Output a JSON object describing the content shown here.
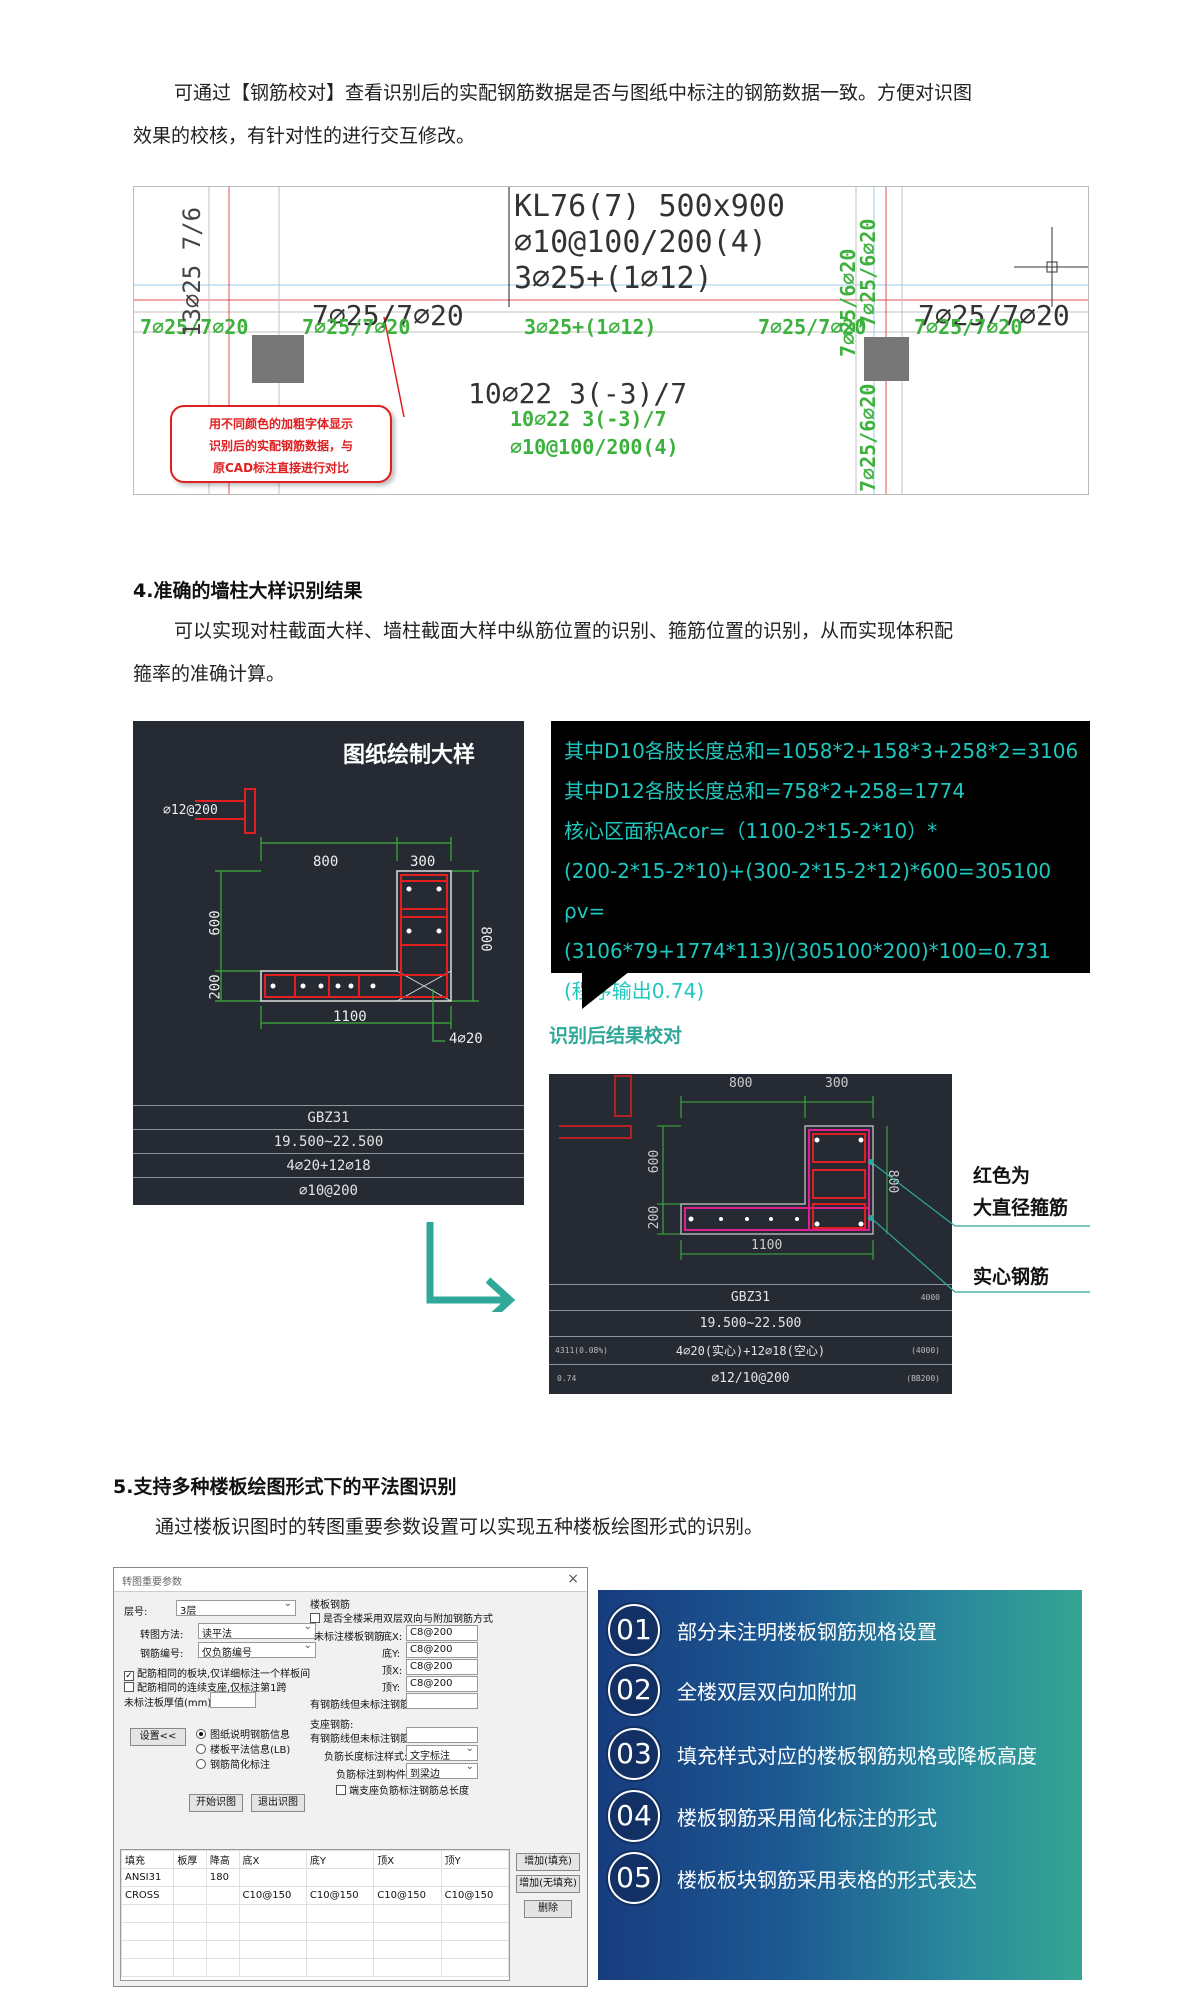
{
  "sec3": {
    "line1": "可通过【钢筋校对】查看识别后的实配钢筋数据是否与图纸中标注的钢筋数据一致。方便对识图",
    "line2": "效果的校核，有针对性的进行交互修改。"
  },
  "cad1": {
    "t_kl": "KL76(7) 500x900",
    "t_stirrup": "⌀10@100/200(4)",
    "t_top": "3⌀25+(1⌀12)",
    "t_left_black": "7⌀25/7⌀20",
    "t_bot_black": "10⌀22 3(-3)/7",
    "t_right_black": "7⌀25/7⌀20",
    "t_g_left1": "7⌀25/7⌀20",
    "t_g_left2": "7⌀25/7⌀20",
    "t_g_mid": "3⌀25+(1⌀12)",
    "t_g_right1": "7⌀25/7⌀20",
    "t_g_right2": "7⌀25/7⌀20",
    "t_g_bot1": "10⌀22 3(-3)/7",
    "t_g_bot2": "⌀10@100/200(4)",
    "t_v1": "13⌀25 7/6",
    "t_v2": "7⌀25/6⌀20",
    "t_v3": "7⌀25/6⌀20",
    "t_v4": "7⌀25/6⌀20",
    "callout1": "用不同颜色的加粗字体显示",
    "callout2": "识别后的实配钢筋数据，与",
    "callout3": "原CAD标注直接进行对比"
  },
  "sec4": {
    "heading": "4.准确的墙柱大样识别结果",
    "line1": "可以实现对柱截面大样、墙柱截面大样中纵筋位置的识别、箍筋位置的识别，从而实现体积配",
    "line2": "箍率的准确计算。"
  },
  "cad2": {
    "title": "图纸绘制大样",
    "stirrup_label": "⌀12@200",
    "dim_800": "800",
    "dim_300": "300",
    "dim_600": "600",
    "dim_200": "200",
    "dim_800v": "800",
    "dim_1100": "1100",
    "bar_label": "4⌀20",
    "row1": "GBZ31",
    "row2": "19.500~22.500",
    "row3": "4⌀20+12⌀18",
    "row4": "⌀10@200"
  },
  "calc": {
    "l1": "其中D10各肢长度总和=1058*2+158*3+258*2=3106",
    "l2": "其中D12各肢长度总和=758*2+258=1774",
    "l3": "核心区面积Acor=（1100-2*15-2*10）*",
    "l4": "(200-2*15-2*10)+(300-2*15-2*12)*600=305100",
    "l5": "ρv=(3106*79+1774*113)/(305100*200)*100=0.731",
    "l6": "(程序输出0.74)"
  },
  "check_label": "识别后结果校对",
  "cad3": {
    "dim_800": "800",
    "dim_300": "300",
    "dim_600": "600",
    "dim_200": "200",
    "dim_800v": "800",
    "dim_1100": "1100",
    "row1": "GBZ31",
    "row1_r": "4000",
    "row2": "19.500~22.500",
    "row3_l": "4311(0.08%)",
    "row3": "4⌀20(实心)+12⌀18(空心)",
    "row3_r": "(4000)",
    "row4_l": "0.74",
    "row4": "⌀12/10@200",
    "row4_r": "(BB200)"
  },
  "annot": {
    "red1": "红色为",
    "red2": "大直径箍筋",
    "solid": "实心钢筋"
  },
  "sec5": {
    "heading": "5.支持多种楼板绘图形式下的平法图识别",
    "line1": "通过楼板识图时的转图重要参数设置可以实现五种楼板绘图形式的识别。"
  },
  "dialog": {
    "title": "转图重要参数",
    "close": "×",
    "floor_label": "层号:",
    "floor_val": "3层",
    "method_label": "转图方法:",
    "method_val": "读平法",
    "code_label": "钢筋编号:",
    "code_val": "仅负筋编号",
    "chk1": "配筋相同的板块,仅详细标注一个样板间",
    "chk2": "配筋相同的连续支座,仅标注第1跨",
    "thick_label": "未标注板厚值(mm):",
    "settings_btn": "设置<<",
    "rad1": "图纸说明钢筋信息",
    "rad2": "楼板平法信息(LB)",
    "rad3": "钢筋简化标注",
    "start_btn": "开始识图",
    "exit_btn": "退出识图",
    "grp1": "楼板钢筋",
    "chk_all": "是否全楼采用双层双向与附加钢筋方式",
    "unmark_label": "未标注楼板钢筋",
    "bx": "底X:",
    "bx_val": "C8@200",
    "by": "底Y:",
    "by_val": "C8@200",
    "tx": "顶X:",
    "tx_val": "C8@200",
    "ty": "顶Y:",
    "ty_val": "C8@200",
    "hasline": "有钢筋线但未标注钢筋:",
    "grp2": "支座钢筋:",
    "sup_label": "有钢筋线但未标注钢筋:",
    "neg_label": "负筋长度标注样式:",
    "neg_val": "文字标注",
    "neg_to": "负筋标注到构件:",
    "neg_to_val": "到梁边",
    "chk_end": "端支座负筋标注钢筋总长度",
    "cols": [
      "填充",
      "板厚",
      "降高",
      "底X",
      "底Y",
      "顶X",
      "顶Y"
    ],
    "rows": [
      [
        "ANSI31",
        "",
        "180",
        "",
        "",
        "",
        ""
      ],
      [
        "CROSS",
        "",
        "",
        "C10@150",
        "C10@150",
        "C10@150",
        "C10@150"
      ]
    ],
    "add_fill": "增加(填充)",
    "add_nofill": "增加(无填充)",
    "del": "删除"
  },
  "features": [
    {
      "num": "01",
      "text": "部分未注明楼板钢筋规格设置"
    },
    {
      "num": "02",
      "text": "全楼双层双向加附加"
    },
    {
      "num": "03",
      "text": "填充样式对应的楼板钢筋规格或降板高度"
    },
    {
      "num": "04",
      "text": "楼板钢筋采用简化标注的形式"
    },
    {
      "num": "05",
      "text": "楼板板块钢筋采用表格的形式表达"
    }
  ],
  "colors": {
    "cad_green": "#3db13d",
    "cad_red": "#e02020",
    "cad_dark": "#252a33",
    "calc_text": "#1ec8c0",
    "arrow": "#2fa89a",
    "feature_dark": "#123064"
  }
}
